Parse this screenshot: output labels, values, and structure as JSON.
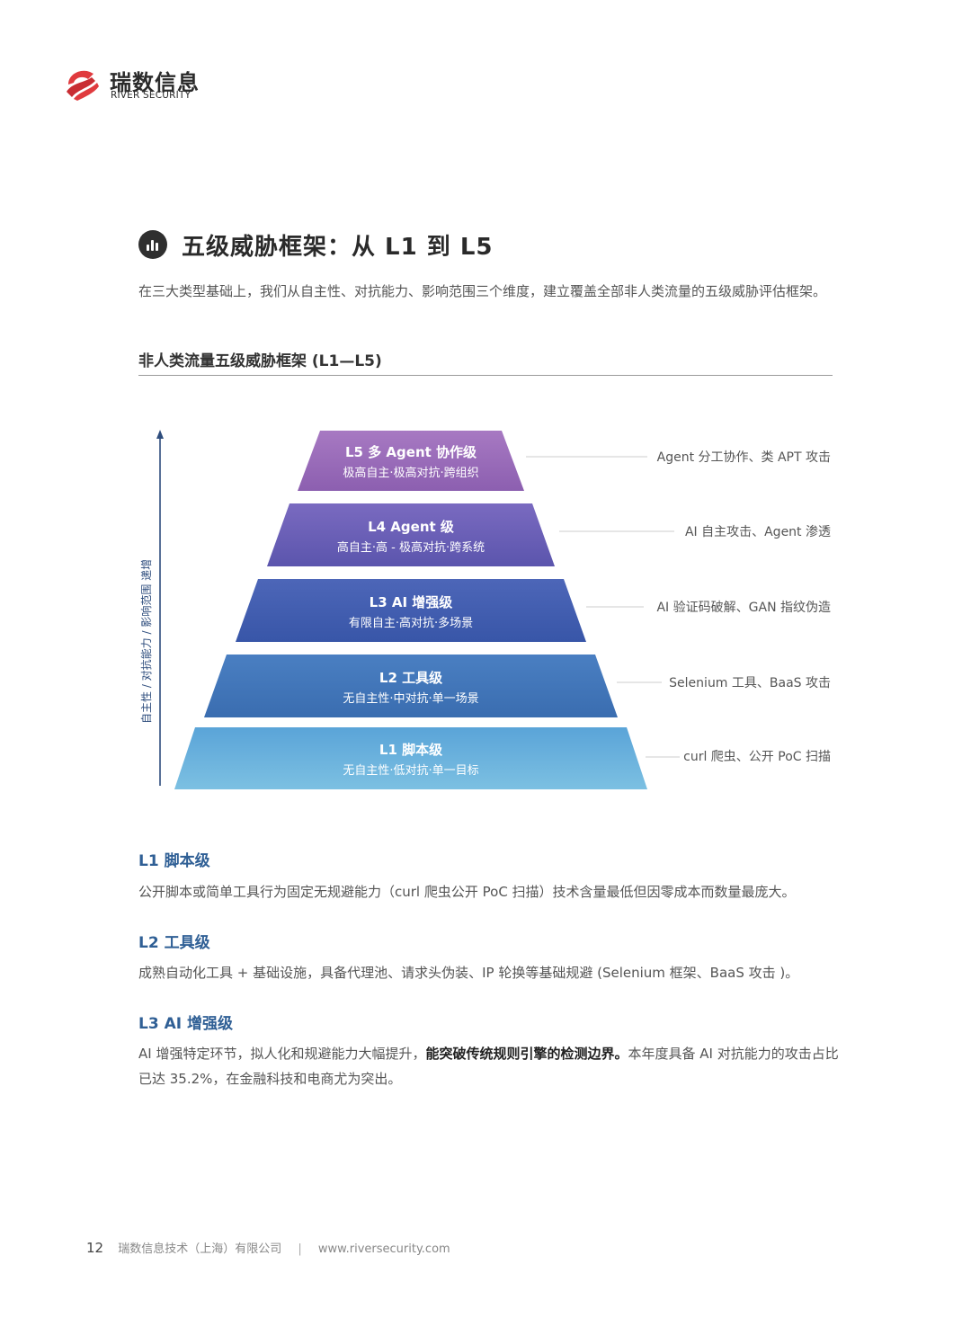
{
  "header": {
    "logo_cn": "瑞数信息",
    "logo_en": "RIVER SECURITY",
    "brand_color": "#e03a3e"
  },
  "section": {
    "title": "五级威胁框架：从 L1 到 L5",
    "icon": "bar-chart-icon",
    "intro": "在三大类型基础上，我们从自主性、对抗能力、影响范围三个维度，建立覆盖全部非人类流量的五级威胁评估框架。"
  },
  "figure": {
    "title": "非人类流量五级威胁框架 (L1—L5)",
    "axis_label": "自主性 / 对抗能力 / 影响范围 递增",
    "levels": [
      {
        "title": "L5 多 Agent 协作级",
        "subtitle": "极高自主·极高对抗·跨组织",
        "note": "Agent 分工协作、类 APT 攻击",
        "color": "#9a6bb8"
      },
      {
        "title": "L4 Agent 级",
        "subtitle": "高自主·高 - 极高对抗·跨系统",
        "note": "AI 自主攻击、Agent 渗透",
        "color": "#6b5fb5"
      },
      {
        "title": "L3 AI 增强级",
        "subtitle": "有限自主·高对抗·多场景",
        "note": "AI 验证码破解、GAN 指纹伪造",
        "color": "#3f5fb0"
      },
      {
        "title": "L2 工具级",
        "subtitle": "无自主性·中对抗·单一场景",
        "note": "Selenium 工具、BaaS 攻击",
        "color": "#3f73b8"
      },
      {
        "title": "L1 脚本级",
        "subtitle": "无自主性·低对抗·单一目标",
        "note": "curl 爬虫、公开 PoC 扫描",
        "color": "#5aa8d6"
      }
    ]
  },
  "details": [
    {
      "heading": "L1 脚本级",
      "text": "公开脚本或简单工具行为固定无规避能力（curl 爬虫公开 PoC 扫描）技术含量最低但因零成本而数量最庞大。"
    },
    {
      "heading": "L2 工具级",
      "text": "成熟自动化工具 + 基础设施，具备代理池、请求头伪装、IP 轮换等基础规避 (Selenium 框架、BaaS 攻击 )。"
    },
    {
      "heading": "L3 AI 增强级",
      "text_before": "AI 增强特定环节，拟人化和规避能力大幅提升，",
      "text_bold": "能突破传统规则引擎的检测边界。",
      "text_after": "本年度具备 AI 对抗能力的攻击占比已达 35.2%，在金融科技和电商尤为突出。"
    }
  ],
  "footer": {
    "page": "12",
    "company": "瑞数信息技术（上海）有限公司",
    "separator": "|",
    "website": "www.riversecurity.com"
  }
}
